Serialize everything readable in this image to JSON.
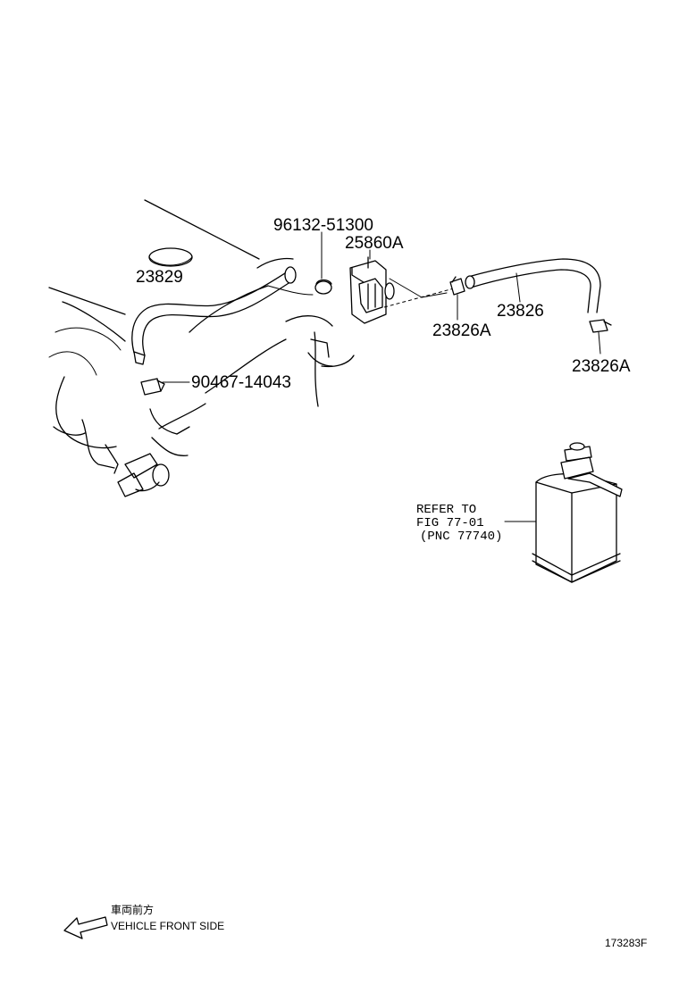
{
  "callouts": {
    "p96132": "96132-51300",
    "p25860a": "25860A",
    "p23829": "23829",
    "p90467": "90467-14043",
    "p23826": "23826",
    "p23826a_left": "23826A",
    "p23826a_right": "23826A"
  },
  "refer": {
    "line1": "REFER TO",
    "line2": "FIG 77-01",
    "line3": "(PNC 77740)"
  },
  "front": {
    "japanese": "車両前方",
    "english": "VEHICLE FRONT SIDE"
  },
  "figure_id": "173283F",
  "icons": {
    "front_arrow": "left-arrow-icon"
  }
}
